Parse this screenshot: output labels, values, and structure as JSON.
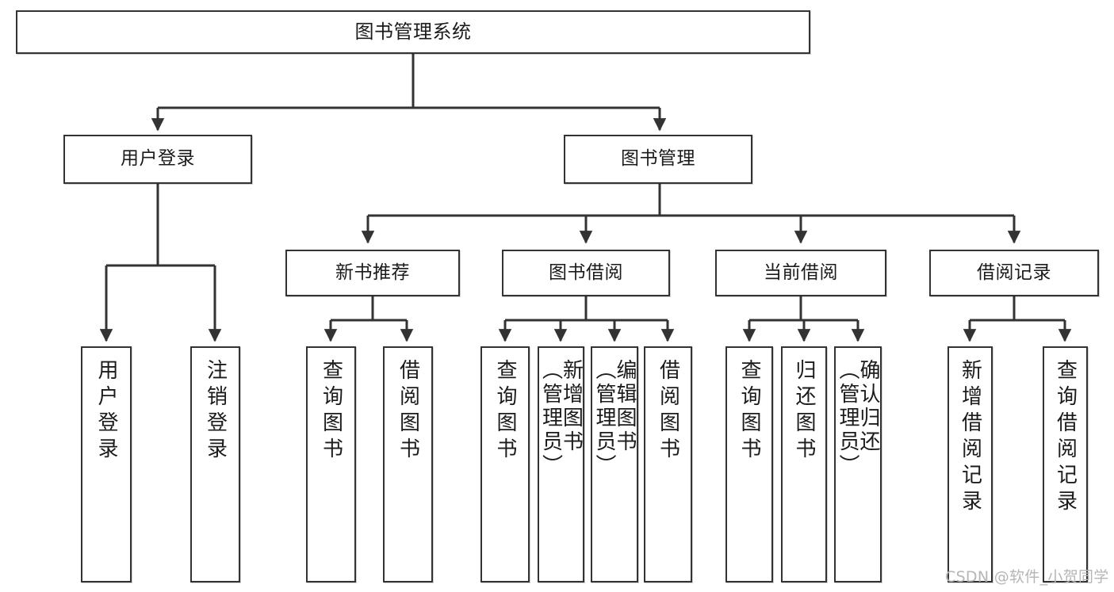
{
  "diagram": {
    "title": "图书管理系统",
    "type": "tree",
    "orientation": "top-down",
    "watermark": "CSDN @软件_小贺同学",
    "colors": {
      "background": "#ffffff",
      "node_border": "#333333",
      "node_fill": "#ffffff",
      "text": "#1b1b1b",
      "edge": "#333333",
      "watermark": "#b6b6b6"
    },
    "nodes": {
      "root": {
        "label": "图书管理系统"
      },
      "level2": [
        {
          "id": "user-login",
          "label": "用户登录"
        },
        {
          "id": "book-manage",
          "label": "图书管理"
        }
      ],
      "level3": [
        {
          "id": "new-book-recommend",
          "label": "新书推荐"
        },
        {
          "id": "book-borrow",
          "label": "图书借阅"
        },
        {
          "id": "current-borrow",
          "label": "当前借阅"
        },
        {
          "id": "borrow-record",
          "label": "借阅记录"
        }
      ],
      "leaves": {
        "user-login": [
          {
            "id": "leaf-user-login",
            "label": "用户登录"
          },
          {
            "id": "leaf-user-logout",
            "label": "注销登录"
          }
        ],
        "new-book-recommend": [
          {
            "id": "leaf-query-book-1",
            "label": "查询图书"
          },
          {
            "id": "leaf-borrow-book-1",
            "label": "借阅图书"
          }
        ],
        "book-borrow": [
          {
            "id": "leaf-query-book-2",
            "label": "查询图书"
          },
          {
            "id": "leaf-add-book",
            "label": "新增图书\n（管理员）"
          },
          {
            "id": "leaf-edit-book",
            "label": "编辑图书\n（管理员）"
          },
          {
            "id": "leaf-borrow-book-2",
            "label": "借阅图书"
          }
        ],
        "current-borrow": [
          {
            "id": "leaf-query-book-3",
            "label": "查询图书"
          },
          {
            "id": "leaf-return-book",
            "label": "归还图书"
          },
          {
            "id": "leaf-confirm-return",
            "label": "确认归还\n（管理员）"
          }
        ],
        "borrow-record": [
          {
            "id": "leaf-add-record",
            "label": "新增借阅记录"
          },
          {
            "id": "leaf-query-record",
            "label": "查询借阅记录"
          }
        ]
      }
    }
  }
}
